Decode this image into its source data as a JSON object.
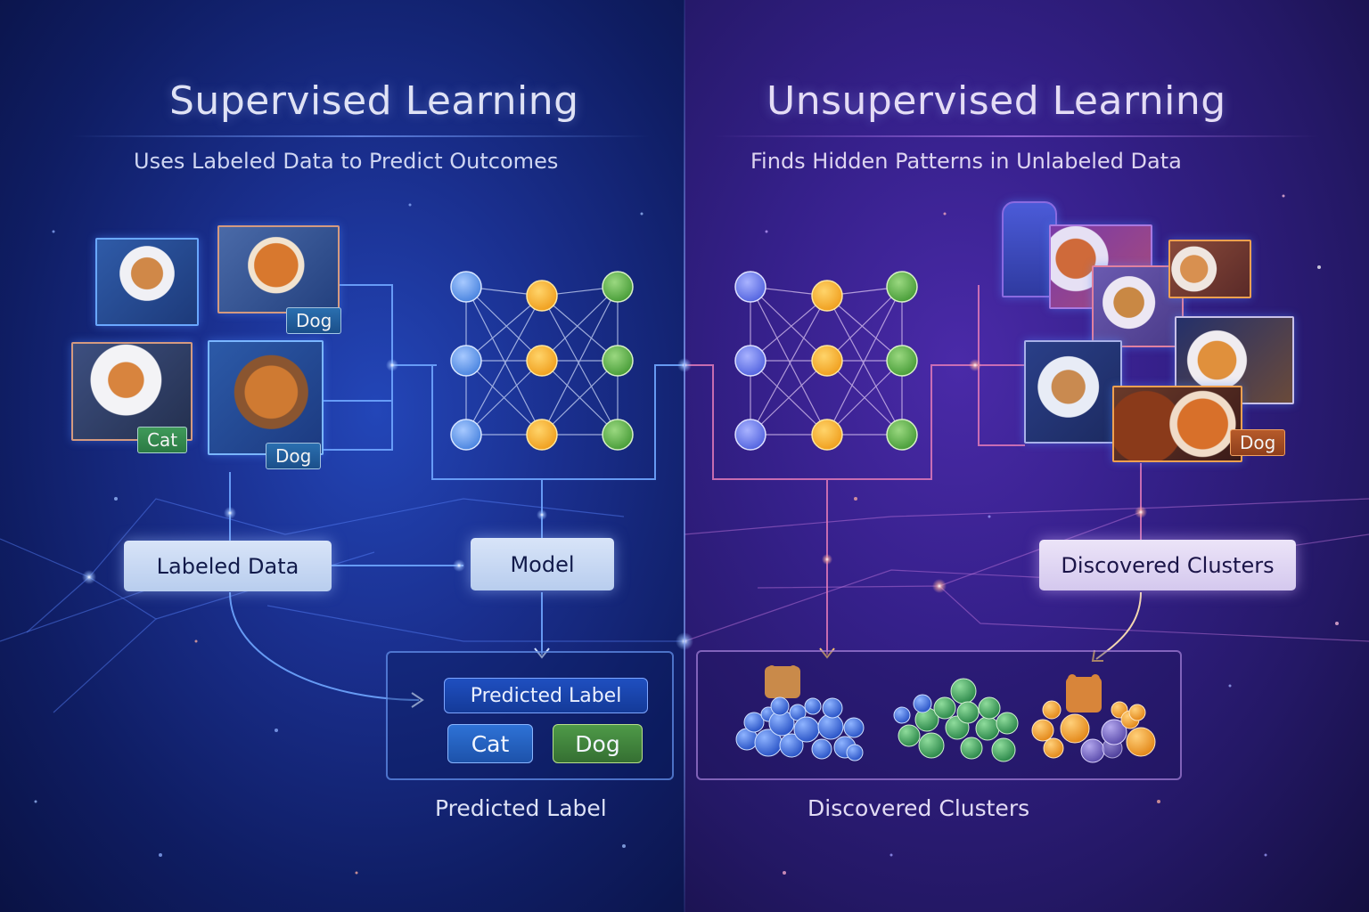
{
  "supervised": {
    "title": "Supervised Learning",
    "subtitle": "Uses Labeled Data to Predict Outcomes",
    "inputs": [
      {
        "animal": "cat",
        "tag": null
      },
      {
        "animal": "dog",
        "tag": "Dog"
      },
      {
        "animal": "cat",
        "tag": "Cat"
      },
      {
        "animal": "dog",
        "tag": "Dog"
      }
    ],
    "nodes": {
      "labeled_data": "Labeled Data",
      "model": "Model"
    },
    "output": {
      "header": "Predicted Label",
      "options": [
        "Cat",
        "Dog"
      ],
      "caption": "Predicted Label"
    }
  },
  "unsupervised": {
    "title": "Unsupervised Learning",
    "subtitle": "Finds Hidden Patterns in Unlabeled Data",
    "inputs": [
      {
        "animal": "cat"
      },
      {
        "animal": "cat"
      },
      {
        "animal": "cat"
      },
      {
        "animal": "cat"
      },
      {
        "animal": "cat"
      },
      {
        "animal": "dog",
        "tag": "Dog"
      }
    ],
    "nodes": {
      "discovered_clusters": "Discovered Clusters"
    },
    "output": {
      "clusters": [
        {
          "color": "#3e6fe0",
          "name": "blue-cluster"
        },
        {
          "color": "#3fa463",
          "name": "green-cluster"
        },
        {
          "color": "#f0a030",
          "name": "orange-cluster"
        }
      ],
      "caption": "Discovered Clusters"
    }
  },
  "neural_network": {
    "layers": [
      {
        "color": "#6fa6ee",
        "count": 3
      },
      {
        "color": "#f6b52b",
        "count": 3
      },
      {
        "color": "#66b54e",
        "count": 3
      }
    ],
    "right_layers_colors": [
      "#6b7eea",
      "#f6b52b",
      "#66b54e"
    ]
  },
  "colors": {
    "supervised_bg": "#1a2f8e",
    "unsupervised_bg": "#35208a",
    "accent_blue": "#7ea6ff",
    "accent_violet": "#c89cf0"
  }
}
